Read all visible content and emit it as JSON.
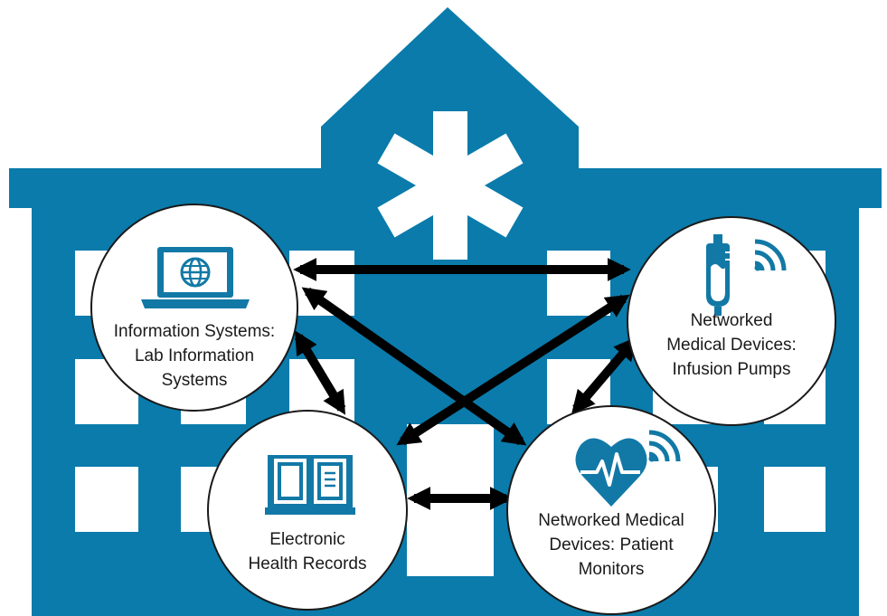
{
  "colors": {
    "building": "#0a7bab",
    "window": "#ffffff",
    "icon": "#1279a6",
    "arrow": "#000000",
    "node_border": "#1a1a1a"
  },
  "nodes": {
    "lab_info": {
      "icon": "laptop-globe-icon",
      "lines": [
        "Information Systems:",
        "Lab Information",
        "Systems"
      ]
    },
    "infusion": {
      "icon": "iv-bag-wireless-icon",
      "lines": [
        "Networked",
        "Medical Devices:",
        "Infusion Pumps"
      ]
    },
    "ehr": {
      "icon": "open-book-icon",
      "lines": [
        "Electronic",
        "Health Records"
      ]
    },
    "monitor": {
      "icon": "heart-pulse-wireless-icon",
      "lines": [
        "Networked Medical",
        "Devices: Patient",
        "Monitors"
      ]
    }
  },
  "connections": [
    {
      "from": "Information Systems",
      "to": "Infusion Pumps",
      "direction": "both"
    },
    {
      "from": "Information Systems",
      "to": "Patient Monitors",
      "direction": "both"
    },
    {
      "from": "Information Systems",
      "to": "Electronic Health Records",
      "direction": "both"
    },
    {
      "from": "Infusion Pumps",
      "to": "Electronic Health Records",
      "direction": "both"
    },
    {
      "from": "Infusion Pumps",
      "to": "Patient Monitors",
      "direction": "both"
    },
    {
      "from": "Electronic Health Records",
      "to": "Patient Monitors",
      "direction": "both"
    }
  ]
}
